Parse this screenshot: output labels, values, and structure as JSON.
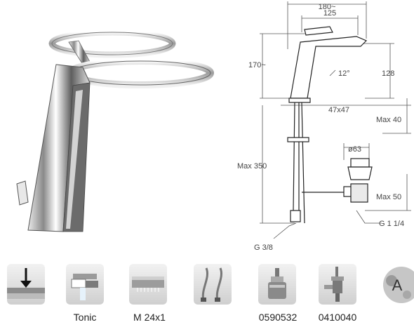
{
  "drawing": {
    "dims": {
      "width_total": "180~",
      "width_spout": "125",
      "height_spout": "170~",
      "spout_angle": "12°",
      "height_total": "128",
      "base": "47x47",
      "max_thickness": "Max 40",
      "max_depth": "Max 350",
      "waste_diameter": "ø63",
      "waste_max": "Max 50",
      "waste_thread": "G 1 1/4",
      "supply_thread": "G 3/8"
    }
  },
  "icons": [
    {
      "name": "deck-mount-icon",
      "caption": ""
    },
    {
      "name": "tonic-cartridge-icon",
      "caption": "Tonic"
    },
    {
      "name": "aerator-icon",
      "caption": "M 24x1"
    },
    {
      "name": "flexible-hoses-icon",
      "caption": ""
    },
    {
      "name": "cartridge-icon",
      "caption": "0590532"
    },
    {
      "name": "waste-valve-icon",
      "caption": "0410040"
    },
    {
      "name": "energy-class-icon",
      "caption": "A"
    }
  ]
}
